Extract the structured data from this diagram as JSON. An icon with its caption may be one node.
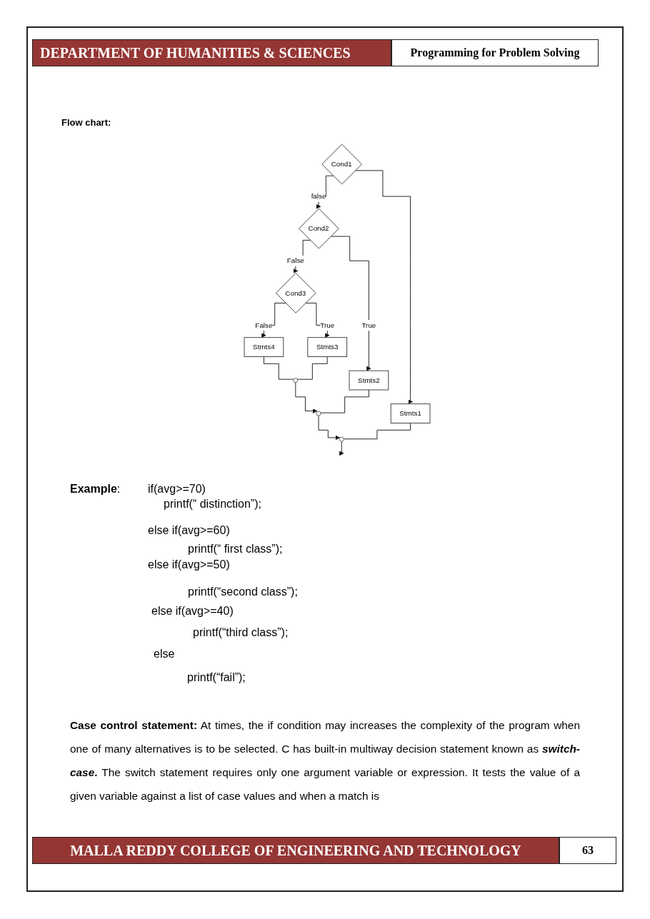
{
  "diagram": {
    "title": "Flow chart:",
    "nodes": [
      {
        "text": [
          "Cond1"
        ]
      },
      {
        "text": [
          "Cond2"
        ]
      },
      {
        "text": [
          "Stmts1"
        ]
      },
      {
        "text": [
          "Cond3"
        ]
      },
      {
        "text": [
          "Stmts2"
        ]
      },
      {
        "text": [
          "Stmts4"
        ]
      },
      {
        "text": [
          "Stmts3"
        ]
      },
      {
        "text": [],
        "shape": "circle"
      },
      {
        "text": [],
        "shape": "circle"
      },
      {
        "text": [],
        "shape": "circle"
      }
    ],
    "edges": [
      {
        "from": 0,
        "to": 1,
        "arrow": "to",
        "label": "false"
      },
      {
        "from": 0,
        "to": 2,
        "arrow": "to"
      },
      {
        "from": 1,
        "to": 3,
        "arrow": "to",
        "label": "False"
      },
      {
        "from": 1,
        "to": 4,
        "arrow": "to",
        "label": "True"
      },
      {
        "from": 3,
        "to": 5,
        "arrow": "to",
        "label": "False"
      },
      {
        "from": 3,
        "to": 6,
        "arrow": "to",
        "label": "True"
      },
      {
        "from": 5,
        "to": 7,
        "arrow": "none"
      },
      {
        "from": 6,
        "to": 7,
        "arrow": "none"
      },
      {
        "from": 7,
        "to": 8,
        "arrow": "to"
      },
      {
        "from": 4,
        "to": 8,
        "arrow": "none"
      },
      {
        "from": 8,
        "to": 9,
        "arrow": "to"
      },
      {
        "from": 2,
        "to": 9,
        "arrow": "none"
      },
      {
        "from": 9,
        "to": null,
        "arrow": "to"
      }
    ],
    "labels": [
      "DEPARTMENT OF HUMANITIES & SCIENCES",
      "Programming for Problem Solving",
      "**Example**:",
      "if(avg>=70)",
      "printf(“ distinction”);",
      "else if(avg>=60)",
      "printf(“ first class”);",
      "else if(avg>=50)",
      "printf(“second class”);",
      "else if(avg>=40)",
      "printf(“third class”);",
      "else",
      "printf(“fail”);",
      "**Case control statement:** At times, the if condition may increases the complexity of the program when one of many alternatives is to be selected. C has built-in multiway decision statement known as ***switch-case*.** The switch statement requires only one argument variable or expression. It tests the value of a given variable against a list of case values and when a match is",
      "MALLA REDDY COLLEGE OF ENGINEERING AND TECHNOLOGY",
      "63"
    ]
  }
}
